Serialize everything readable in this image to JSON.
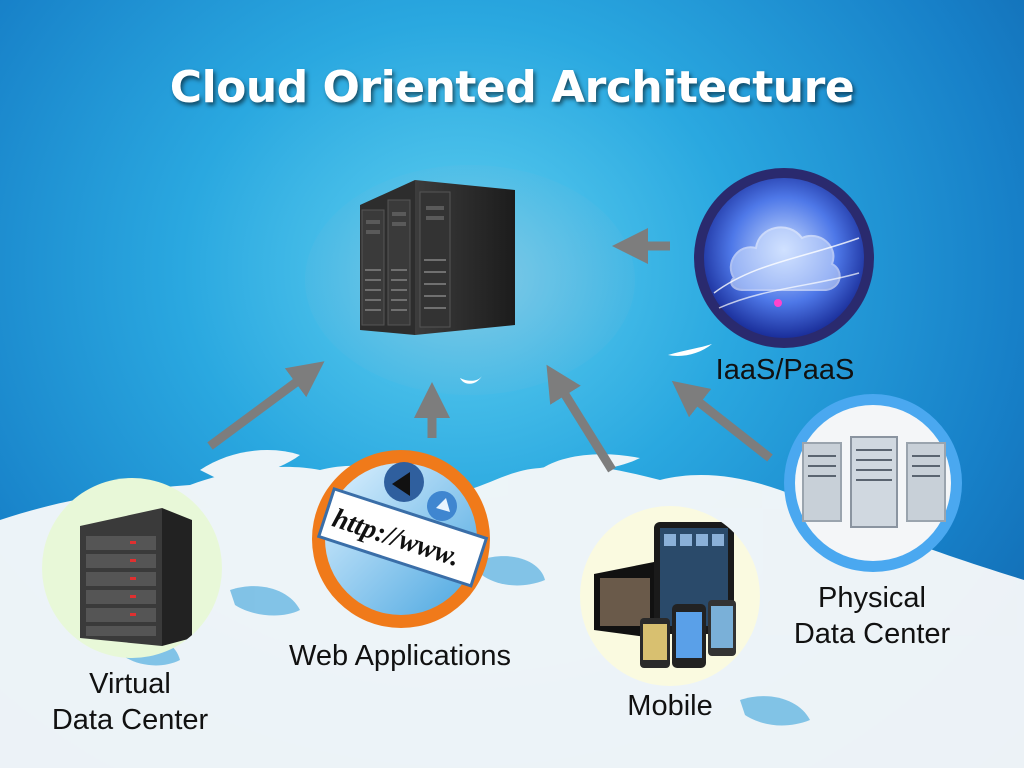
{
  "title": "Cloud Oriented Architecture",
  "nodes": {
    "iaas_paas": {
      "label": "IaaS/PaaS",
      "icon": "cloud-network-icon"
    },
    "physical_dc": {
      "label_line1": "Physical",
      "label_line2": "Data Center",
      "icon": "server-rack-cluster-icon"
    },
    "virtual_dc": {
      "label_line1": "Virtual",
      "label_line2": "Data Center",
      "icon": "server-cabinet-icon"
    },
    "web_apps": {
      "label": "Web Applications",
      "icon": "browser-address-bar-icon",
      "url_text": "http://www."
    },
    "mobile": {
      "label": "Mobile",
      "icon": "mobile-devices-icon"
    },
    "cloud_core": {
      "icon": "server-racks-in-cloud-icon"
    }
  },
  "colors": {
    "background": "#1f95d8",
    "arrow": "#7d7d7d",
    "web_ring": "#f07a1a",
    "iaas_ring": "#2a2a6e",
    "virtual_ring": "#e8f8d8",
    "mobile_ring": "#fafae0",
    "physical_ring": "#4aa8f0"
  }
}
